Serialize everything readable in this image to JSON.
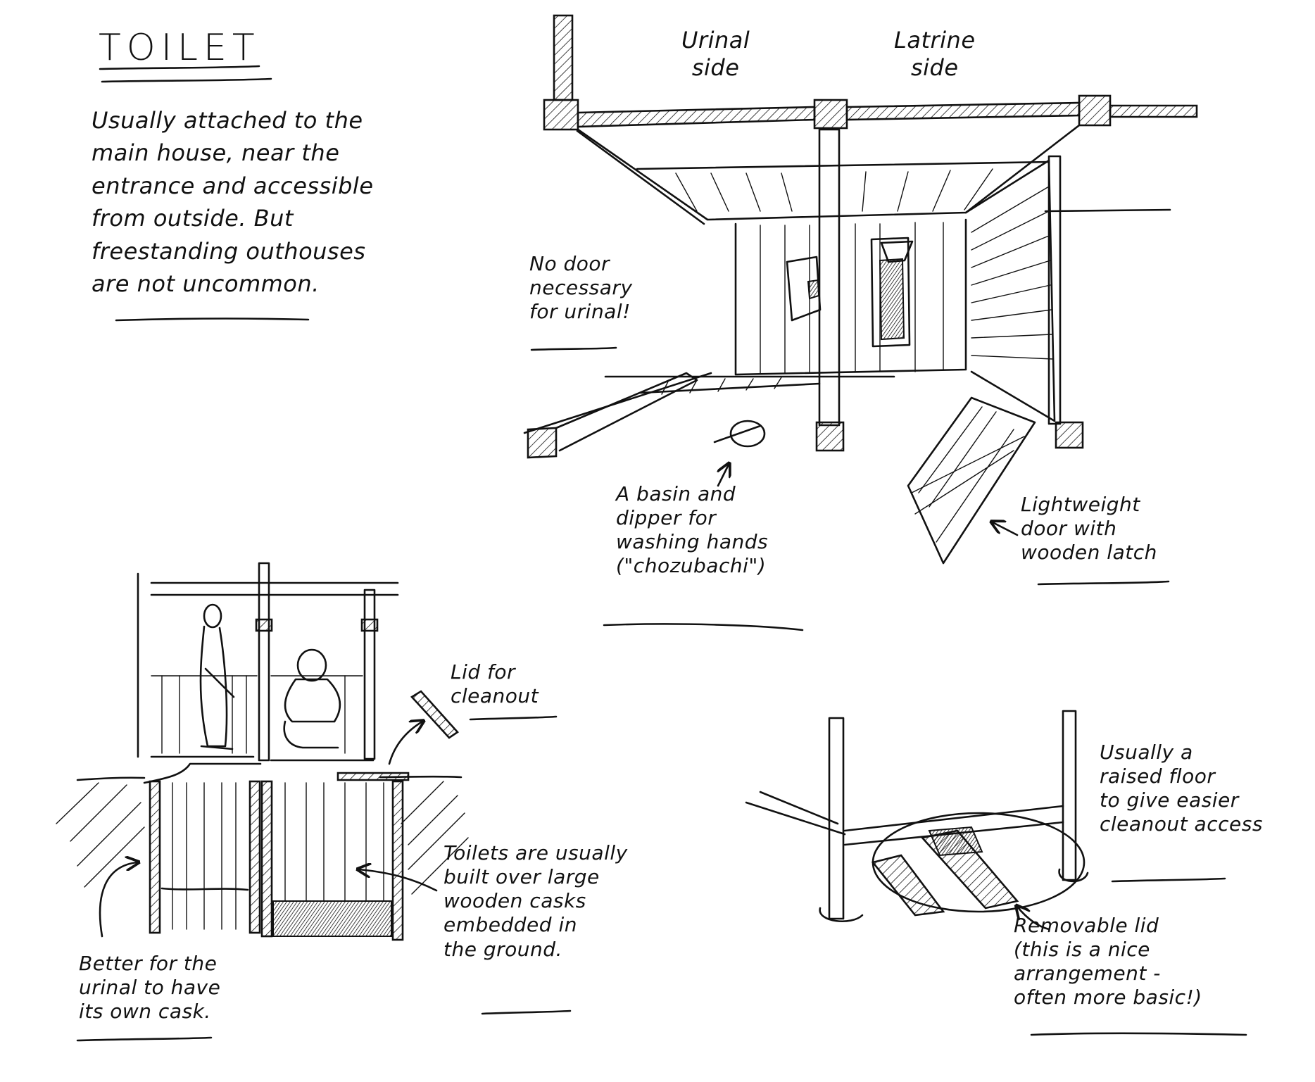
{
  "title": "TOILET",
  "intro": "Usually attached to the\nmain house, near the\nentrance and accessible\nfrom outside. But\nfreestanding outhouses\nare not uncommon.",
  "labels": {
    "urinal_side": "Urinal\nside",
    "latrine_side": "Latrine\nside",
    "no_door": "No door\nnecessary\nfor urinal!",
    "basin": "A basin and\ndipper for\nwashing hands\n(\"chozubachi\")",
    "door": "Lightweight\ndoor with\nwooden latch",
    "lid_cleanout": "Lid for\ncleanout",
    "casks": "Toilets are usually\nbuilt over large\nwooden casks\nembedded in\nthe ground.",
    "urinal_cask": "Better for the\nurinal to have\nits own cask.",
    "raised_floor": "Usually a\nraised floor\nto give easier\ncleanout access",
    "removable_lid": "Removable lid\n(this is a nice\narrangement -\noften more basic!)"
  },
  "icons": [
    "outhouse-perspective-sketch",
    "cask-section-sketch",
    "raised-floor-sketch",
    "arrow"
  ]
}
